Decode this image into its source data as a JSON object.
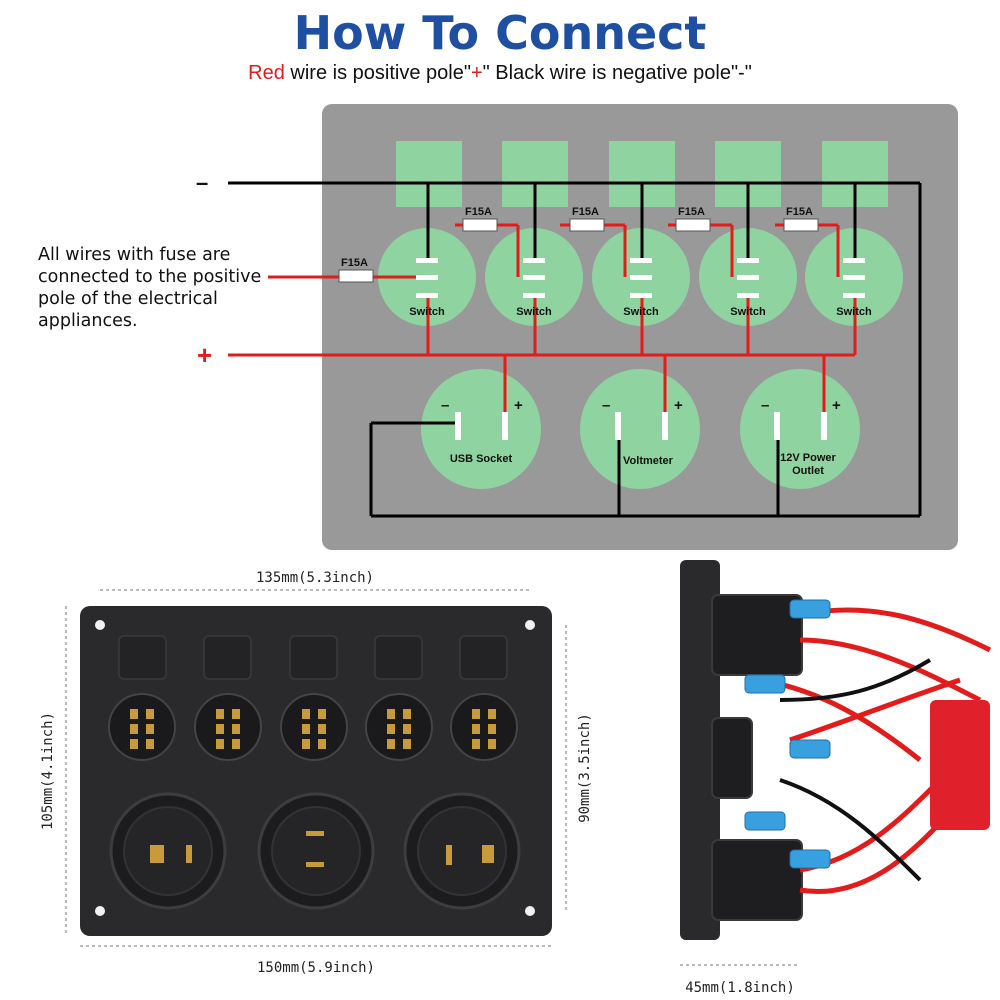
{
  "header": {
    "title": "How To Connect",
    "subtitle_red": "Red",
    "subtitle_part1": " wire is positive pole\"",
    "subtitle_plus": "+",
    "subtitle_part2": "\"  Black wire is negative pole\"-\""
  },
  "note": {
    "line1": "All wires with fuse are",
    "line2": "connected to the positive",
    "line3": "pole of the electrical",
    "line4": "appliances."
  },
  "wiring": {
    "minus_symbol": "–",
    "plus_symbol": "+",
    "fuse_label": "F15A",
    "switch_label": "Switch",
    "devices": [
      {
        "name_line1": "USB Socket",
        "name_line2": "",
        "neg": "–",
        "pos": "+"
      },
      {
        "name_line1": "Voltmeter",
        "name_line2": "",
        "neg": "–",
        "pos": "+"
      },
      {
        "name_line1": "12V Power",
        "name_line2": "Outlet",
        "neg": "–",
        "pos": "+"
      }
    ]
  },
  "dimensions": {
    "top_width": "135mm(5.3inch)",
    "bottom_width": "150mm(5.9inch)",
    "left_height": "105mm(4.1inch)",
    "right_height": "90mm(3.5inch)",
    "depth": "45mm(1.8inch)"
  },
  "colors": {
    "title": "#1f4fa0",
    "positive_wire": "#e21b1b",
    "negative_wire": "#000000",
    "panel_gray": "#999999",
    "component_green": "#8fd4a0"
  }
}
